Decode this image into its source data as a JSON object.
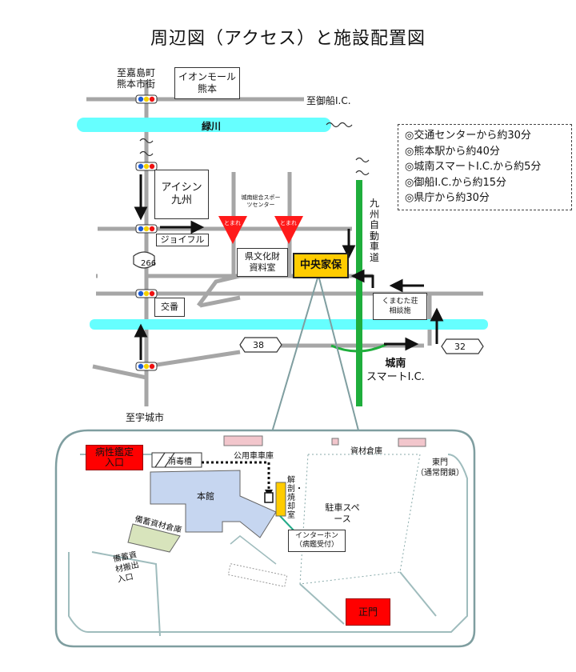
{
  "title": "周辺図（アクセス）と施設配置図",
  "access_times": [
    "◎交通センターから約30分",
    "◎熊本駅から約40分",
    "◎城南スマートI.C.から約5分",
    "◎御船I.C.から約15分",
    "◎県庁から約30分"
  ],
  "map": {
    "dest_north_line1": "至嘉島町",
    "dest_north_line2": "熊本市街",
    "dest_east": "至御船I.C.",
    "dest_south": "至宇城市",
    "river": "緑川",
    "aeon_line1": "イオンモール",
    "aeon_line2": "熊本",
    "aisin_line1": "アイシン",
    "aisin_line2": "九州",
    "joyfull": "ジョイフル",
    "sports_center": "城南総合スポーツセンター",
    "tomare": "とまれ",
    "bunkazai_line1": "県文化財",
    "bunkazai_line2": "資料室",
    "chuo_kaho": "中央家保",
    "expressway": "九州自動車道",
    "koban": "交番",
    "kumamuta": "くまむた荘 相談施",
    "route266": "266",
    "route38": "38",
    "route32": "32",
    "smart_ic_line1": "城南",
    "smart_ic_line2": "スマートI.C."
  },
  "facility": {
    "byosei_gate": "病性鑑定入口",
    "shodokuso": "消毒槽",
    "koyosha": "公用車車庫",
    "honkan": "本館",
    "kaibo": "解剖・焼却室",
    "chusha": "駐車スペース",
    "shizai_soko": "資材倉庫",
    "bichiku_soko": "備蓄資材倉庫",
    "bichiku_iriguchi": "備蓄資材搬出入口",
    "intercom": "インターホン（病鑑受付）",
    "higashimon": "東門",
    "higashimon_note": "（通常閉鎖）",
    "seimon": "正門"
  },
  "colors": {
    "river": "#66ffff",
    "road": "#a6a6a6",
    "expressway": "#1fae3c",
    "stop_sign": "#ff1a1a",
    "highlight": "#ffcc00",
    "gate": "#ff0000",
    "building": "#c6d6f0",
    "warehouse": "#d8e4bc",
    "shed": "#f2c6cc"
  }
}
